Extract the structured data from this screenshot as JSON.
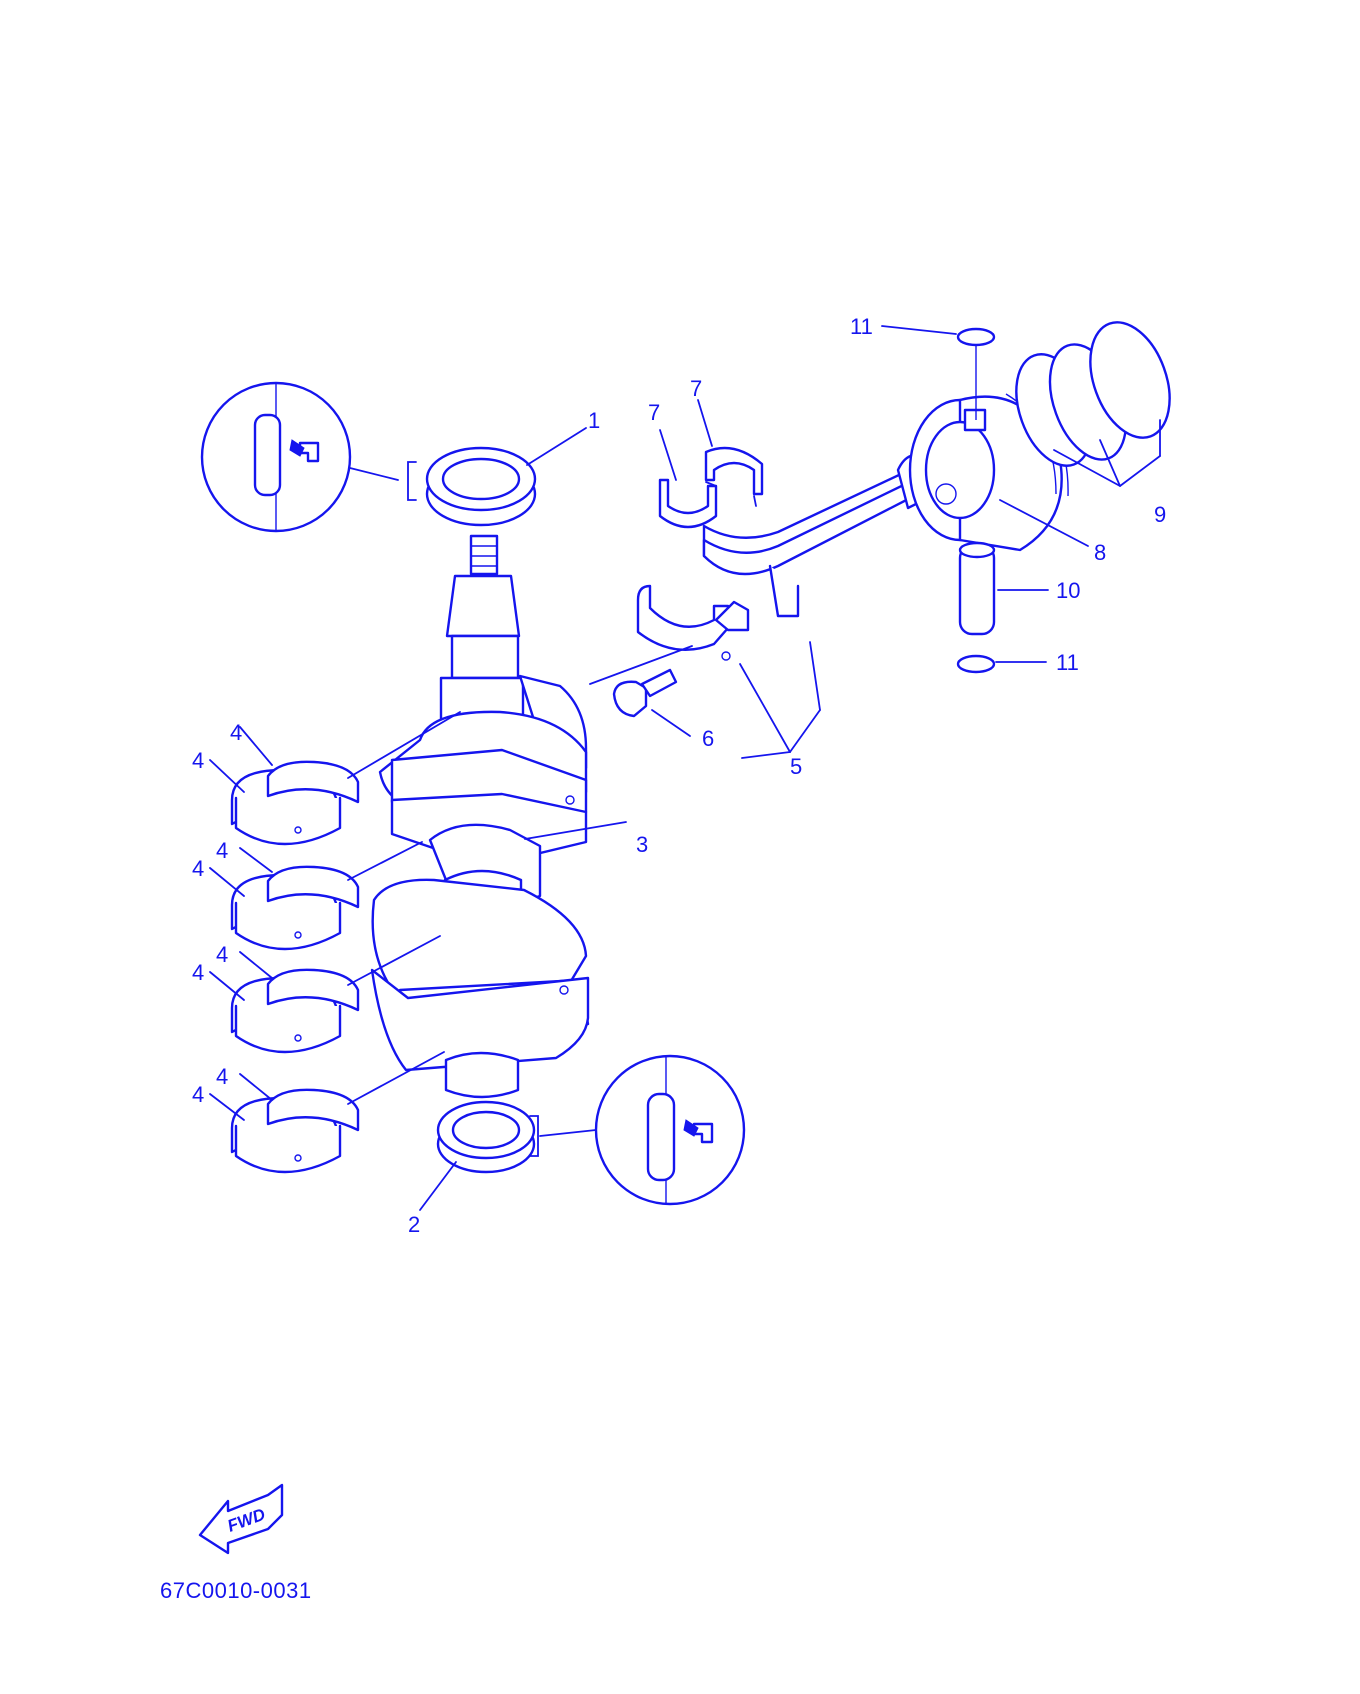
{
  "callouts": {
    "c1": "1",
    "c2": "2",
    "c3": "3",
    "c4": "4",
    "c5": "5",
    "c6": "6",
    "c7": "7",
    "c8": "8",
    "c9": "9",
    "c10": "10",
    "c11": "11"
  },
  "fwd_label": "FWD",
  "part_code": "67C0010-0031",
  "colors": {
    "ink": "#1515ee",
    "paper": "#ffffff"
  },
  "icons": [
    "grease-apply-icon",
    "fwd-arrow-icon"
  ]
}
